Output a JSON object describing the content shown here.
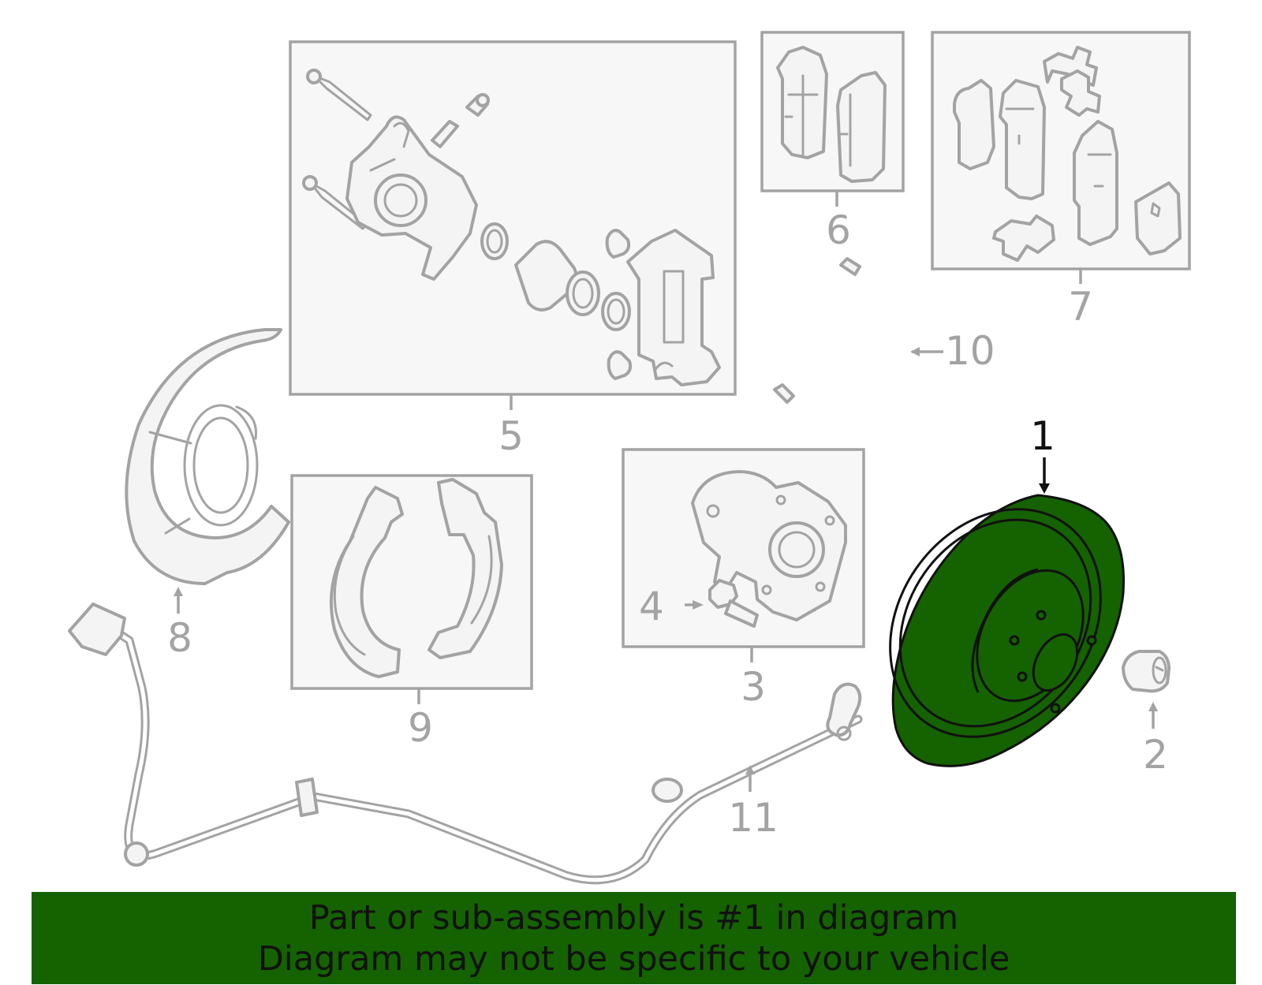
{
  "highlight_color": "#156200",
  "line_color": "#a3a3a3",
  "callouts": {
    "c1": "1",
    "c2": "2",
    "c3": "3",
    "c4": "4",
    "c5": "5",
    "c6": "6",
    "c7": "7",
    "c8": "8",
    "c9": "9",
    "c10": "10",
    "c11": "11"
  },
  "highlighted_part": "1",
  "parts": [
    {
      "callout": "1",
      "icon": "brake-rotor-icon"
    },
    {
      "callout": "2",
      "icon": "plug-icon"
    },
    {
      "callout": "3",
      "icon": "hub-bearing-icon"
    },
    {
      "callout": "4",
      "icon": "wheel-stud-icon"
    },
    {
      "callout": "5",
      "icon": "caliper-assembly-icon"
    },
    {
      "callout": "6",
      "icon": "brake-pads-icon"
    },
    {
      "callout": "7",
      "icon": "pad-hardware-icon"
    },
    {
      "callout": "8",
      "icon": "splash-shield-icon"
    },
    {
      "callout": "9",
      "icon": "brake-shoes-icon"
    },
    {
      "callout": "10",
      "icon": "brake-hose-icon"
    },
    {
      "callout": "11",
      "icon": "abs-sensor-icon"
    }
  ],
  "banner": {
    "line1": "Part or sub-assembly is #1 in diagram",
    "line2": "Diagram may not be specific to your vehicle"
  }
}
